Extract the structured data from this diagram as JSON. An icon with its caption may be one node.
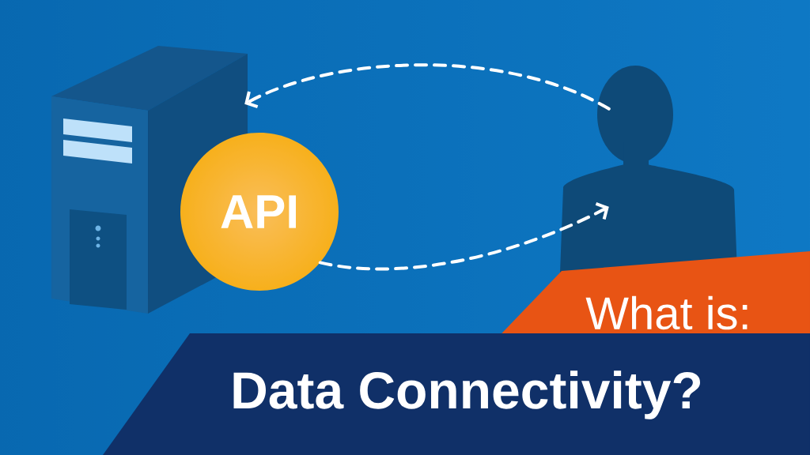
{
  "diagram": {
    "nodes": [
      {
        "text": [],
        "shape": "picture"
      },
      {
        "text": [
          "API"
        ]
      },
      {
        "text": [],
        "shape": "person"
      },
      {
        "text": [
          "What is:"
        ]
      },
      {
        "text": [
          "Data Connectivity?"
        ]
      }
    ],
    "edges": [
      {
        "from": 2,
        "to": 0,
        "arrow": "to",
        "style": "dashed"
      },
      {
        "from": 1,
        "to": 2,
        "arrow": "to",
        "style": "dashed"
      }
    ]
  }
}
